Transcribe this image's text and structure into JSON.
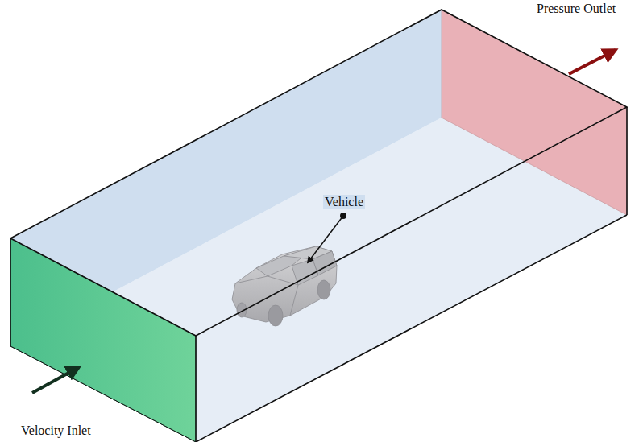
{
  "diagram": {
    "labels": [
      "Pressure Outlet",
      "Vehicle",
      "Velocity Inlet"
    ]
  }
}
